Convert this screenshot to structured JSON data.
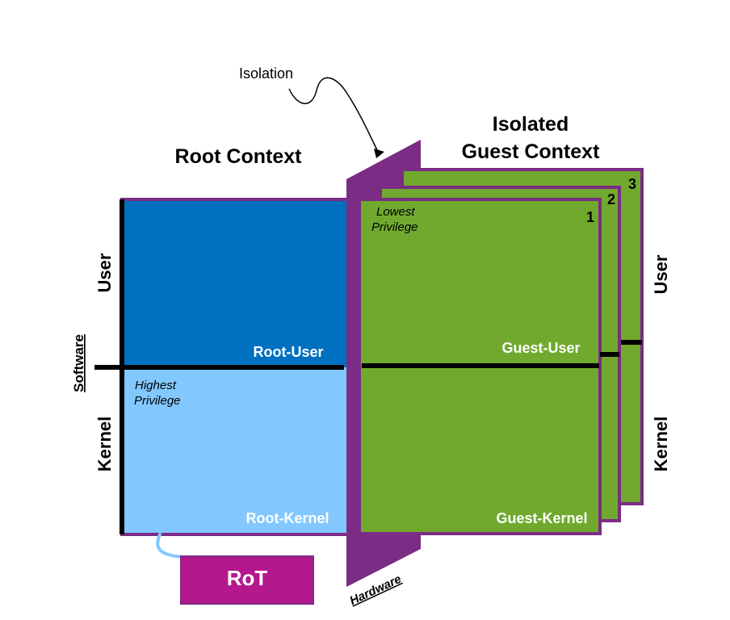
{
  "labels": {
    "isolation": "Isolation",
    "root_context": "Root Context",
    "guest_context_line1": "Isolated",
    "guest_context_line2": "Guest Context",
    "lowest_privilege_line1": "Lowest",
    "lowest_privilege_line2": "Privilege",
    "highest_privilege_line1": "Highest",
    "highest_privilege_line2": "Privilege",
    "root_user": "Root-User",
    "root_kernel": "Root-Kernel",
    "guest_user": "Guest-User",
    "guest_kernel": "Guest-Kernel",
    "user_left": "User",
    "kernel_left": "Kernel",
    "software": "Software",
    "user_right": "User",
    "kernel_right": "Kernel",
    "hardware": "Hardware",
    "rot": "RoT",
    "guest_num_1": "1",
    "guest_num_2": "2",
    "guest_num_3": "3"
  },
  "colors": {
    "root_user": "#0070c0",
    "root_kernel": "#82c8ff",
    "root_border": "#7b2c84",
    "guest": "#70a92e",
    "guest_border": "#7b2c84",
    "isolation_panel": "#7b2c84",
    "rot": "#b3198c",
    "cable": "#82c8ff"
  }
}
